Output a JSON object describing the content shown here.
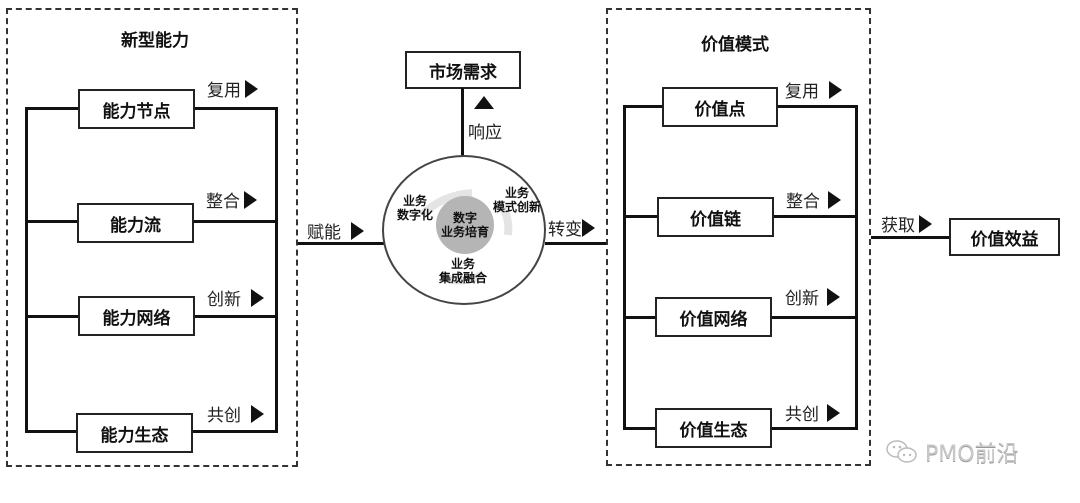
{
  "left_group": {
    "title": "新型能力",
    "nodes": [
      {
        "label": "能力节点",
        "action": "复用"
      },
      {
        "label": "能力流",
        "action": "整合"
      },
      {
        "label": "能力网络",
        "action": "创新"
      },
      {
        "label": "能力生态",
        "action": "共创"
      }
    ]
  },
  "right_group": {
    "title": "价值模式",
    "nodes": [
      {
        "label": "价值点",
        "action": "复用"
      },
      {
        "label": "价值链",
        "action": "整合"
      },
      {
        "label": "价值网络",
        "action": "创新"
      },
      {
        "label": "价值生态",
        "action": "共创"
      }
    ]
  },
  "center": {
    "market": "市场需求",
    "respond": "响应",
    "enable": "赋能",
    "transform": "转变",
    "core": "数字\n业务培育",
    "core_line1": "数字",
    "core_line2": "业务培育",
    "segments": [
      {
        "line1": "业务",
        "line2": "数字化"
      },
      {
        "line1": "业务",
        "line2": "模式创新"
      },
      {
        "line1": "业务",
        "line2": "集成融合"
      }
    ]
  },
  "outcome": {
    "acquire": "获取",
    "label": "价值效益"
  },
  "watermark": {
    "icon": "wechat-icon",
    "text": "PMO前沿"
  }
}
